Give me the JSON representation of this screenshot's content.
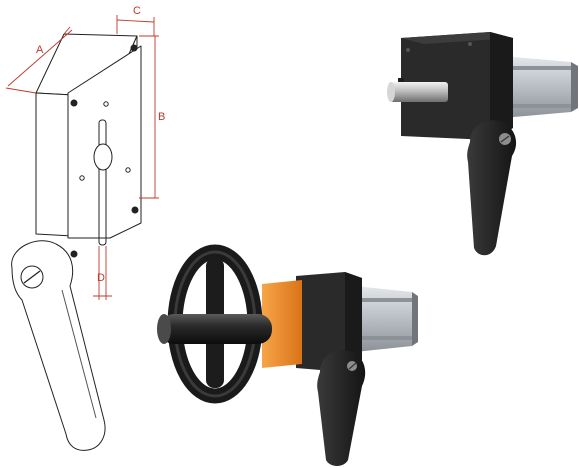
{
  "drawing": {
    "labels": {
      "a": "A",
      "b": "B",
      "c": "C",
      "d": "D"
    },
    "line_color": "#222222",
    "dimension_color": "#c0392b"
  },
  "photos": {
    "handwheel_color": "#1a1a1a",
    "spacer_color": "#f0902a",
    "body_color": "#2a2a2a",
    "profile_color": "#b8bec4"
  }
}
